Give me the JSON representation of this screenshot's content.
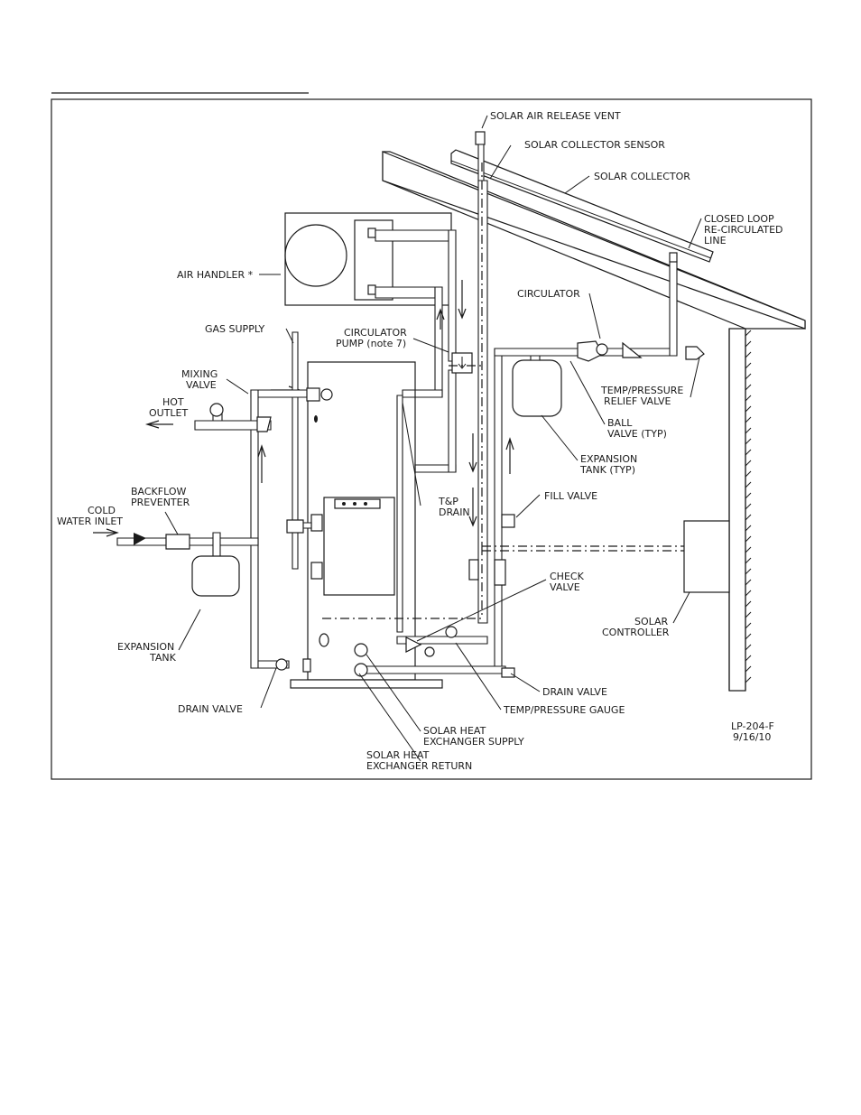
{
  "labels": {
    "air_release_vent": "SOLAR AIR RELEASE VENT",
    "collector_sensor": "SOLAR COLLECTOR SENSOR",
    "solar_collector": "SOLAR COLLECTOR",
    "closed_loop_1": "CLOSED LOOP",
    "closed_loop_2": "RE-CIRCULATED",
    "closed_loop_3": "LINE",
    "air_handler": "AIR HANDLER *",
    "circulator": "CIRCULATOR",
    "gas_supply": "GAS SUPPLY",
    "circ_pump_1": "CIRCULATOR",
    "circ_pump_2": "PUMP (note 7)",
    "mixing_valve_1": "MIXING",
    "mixing_valve_2": "VALVE",
    "tp_relief_1": "TEMP/PRESSURE",
    "tp_relief_2": "RELIEF VALVE",
    "hot_outlet_1": "HOT",
    "hot_outlet_2": "OUTLET",
    "ball_valve_1": "BALL",
    "ball_valve_2": "VALVE (TYP)",
    "exp_tank_typ_1": "EXPANSION",
    "exp_tank_typ_2": "TANK (TYP)",
    "backflow_1": "BACKFLOW",
    "backflow_2": "PREVENTER",
    "tp_drain_1": "T&P",
    "tp_drain_2": "DRAIN",
    "fill_valve": "FILL VALVE",
    "cold_inlet_1": "COLD",
    "cold_inlet_2": "WATER INLET",
    "check_valve_1": "CHECK",
    "check_valve_2": "VALVE",
    "solar_controller_1": "SOLAR",
    "solar_controller_2": "CONTROLLER",
    "expansion_tank_1": "EXPANSION",
    "expansion_tank_2": "TANK",
    "drain_valve_left": "DRAIN VALVE",
    "drain_valve_right": "DRAIN VALVE",
    "tp_gauge": "TEMP/PRESSURE GAUGE",
    "hx_supply_1": "SOLAR HEAT",
    "hx_supply_2": "EXCHANGER SUPPLY",
    "hx_return_1": "SOLAR HEAT",
    "hx_return_2": "EXCHANGER RETURN",
    "drawing_no": "LP-204-F",
    "drawing_date": "9/16/10"
  }
}
